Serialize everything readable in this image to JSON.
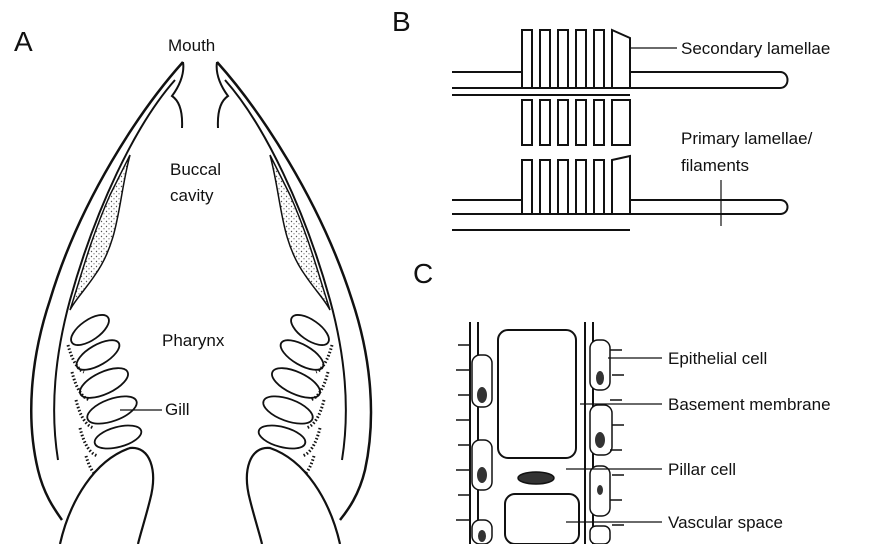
{
  "panels": {
    "a": {
      "letter": "A",
      "labels": {
        "mouth": "Mouth",
        "buccal_cavity": [
          "Buccal",
          "cavity"
        ],
        "pharynx": "Pharynx",
        "gill": "Gill"
      }
    },
    "b": {
      "letter": "B",
      "labels": {
        "secondary": "Secondary lamellae",
        "primary": [
          "Primary lamellae/",
          "filaments"
        ]
      }
    },
    "c": {
      "letter": "C",
      "labels": {
        "epithelial": "Epithelial cell",
        "basement": "Basement membrane",
        "pillar": "Pillar cell",
        "vascular": "Vascular space"
      }
    }
  },
  "colors": {
    "ink": "#111111",
    "stipple": "#555555",
    "nucleus": "#333333"
  }
}
